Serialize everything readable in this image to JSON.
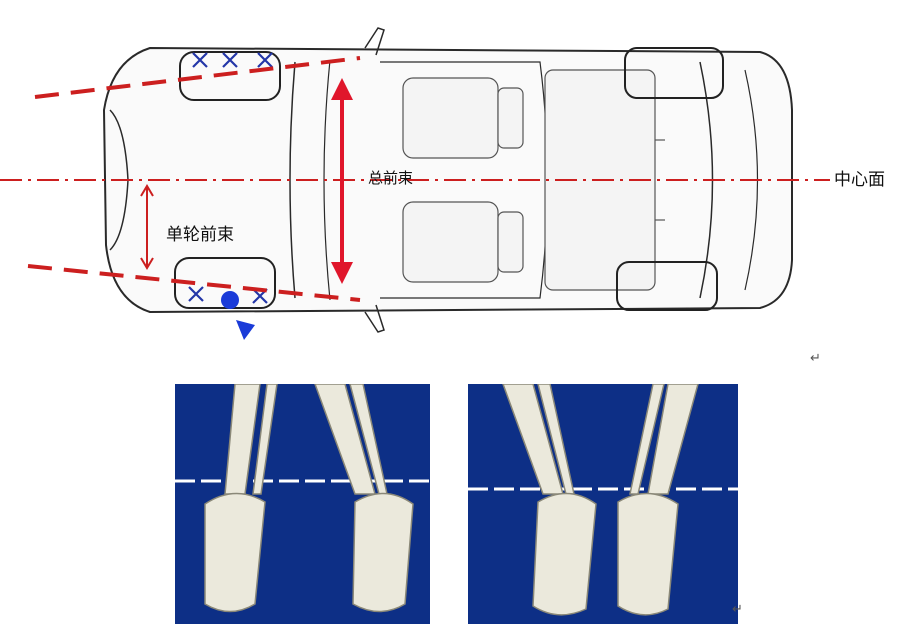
{
  "labels": {
    "total_toe": "总前束",
    "single_toe": "单轮前束",
    "center_plane": "中心面"
  },
  "marks": {
    "return_1": "↵",
    "return_2": "↵"
  },
  "colors": {
    "dashed_line": "#cc1f1f",
    "arrow": "#e0162b",
    "x_marks": "#2336a8",
    "panel_bg": "#0d2f86"
  }
}
